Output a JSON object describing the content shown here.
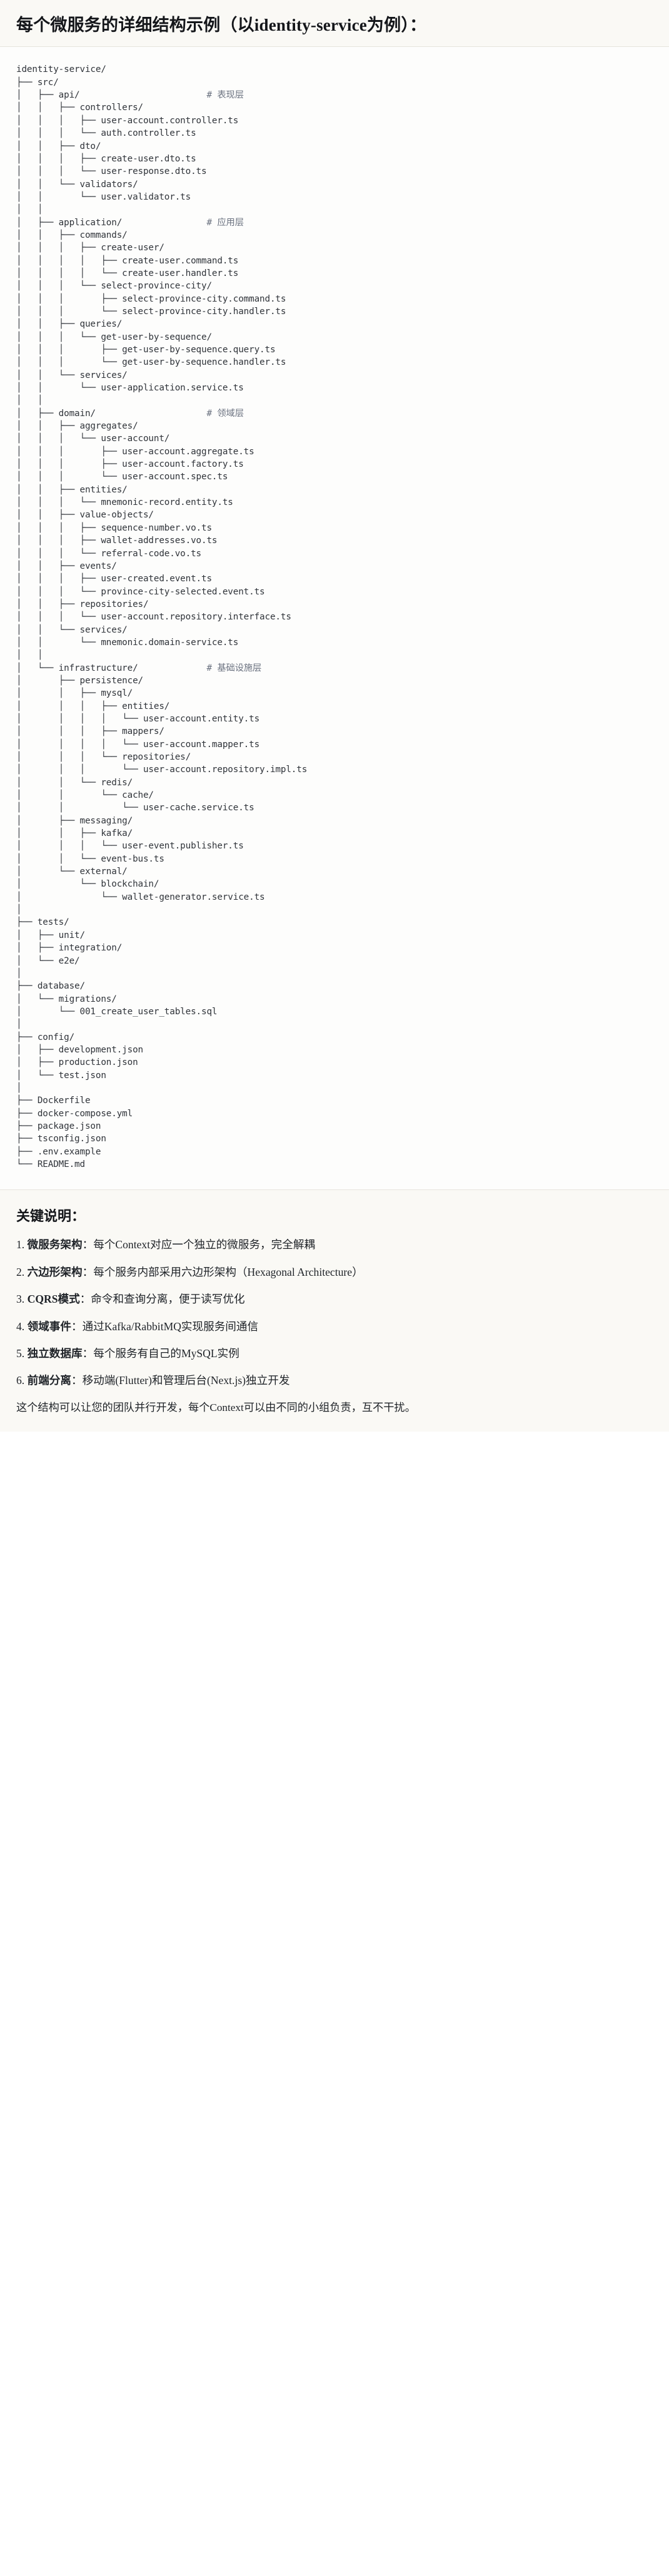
{
  "heading": {
    "title": "每个微服务的详细结构示例（以identity-service为例）："
  },
  "tree": {
    "root": "identity-service/",
    "lines": [
      {
        "text": "identity-service/",
        "comment": ""
      },
      {
        "text": "├── src/",
        "comment": ""
      },
      {
        "text": "│   ├── api/",
        "comment": "# 表现层"
      },
      {
        "text": "│   │   ├── controllers/",
        "comment": ""
      },
      {
        "text": "│   │   │   ├── user-account.controller.ts",
        "comment": ""
      },
      {
        "text": "│   │   │   └── auth.controller.ts",
        "comment": ""
      },
      {
        "text": "│   │   ├── dto/",
        "comment": ""
      },
      {
        "text": "│   │   │   ├── create-user.dto.ts",
        "comment": ""
      },
      {
        "text": "│   │   │   └── user-response.dto.ts",
        "comment": ""
      },
      {
        "text": "│   │   └── validators/",
        "comment": ""
      },
      {
        "text": "│   │       └── user.validator.ts",
        "comment": ""
      },
      {
        "text": "│   │",
        "comment": ""
      },
      {
        "text": "│   ├── application/",
        "comment": "# 应用层"
      },
      {
        "text": "│   │   ├── commands/",
        "comment": ""
      },
      {
        "text": "│   │   │   ├── create-user/",
        "comment": ""
      },
      {
        "text": "│   │   │   │   ├── create-user.command.ts",
        "comment": ""
      },
      {
        "text": "│   │   │   │   └── create-user.handler.ts",
        "comment": ""
      },
      {
        "text": "│   │   │   └── select-province-city/",
        "comment": ""
      },
      {
        "text": "│   │   │       ├── select-province-city.command.ts",
        "comment": ""
      },
      {
        "text": "│   │   │       └── select-province-city.handler.ts",
        "comment": ""
      },
      {
        "text": "│   │   ├── queries/",
        "comment": ""
      },
      {
        "text": "│   │   │   └── get-user-by-sequence/",
        "comment": ""
      },
      {
        "text": "│   │   │       ├── get-user-by-sequence.query.ts",
        "comment": ""
      },
      {
        "text": "│   │   │       └── get-user-by-sequence.handler.ts",
        "comment": ""
      },
      {
        "text": "│   │   └── services/",
        "comment": ""
      },
      {
        "text": "│   │       └── user-application.service.ts",
        "comment": ""
      },
      {
        "text": "│   │",
        "comment": ""
      },
      {
        "text": "│   ├── domain/",
        "comment": "# 领域层"
      },
      {
        "text": "│   │   ├── aggregates/",
        "comment": ""
      },
      {
        "text": "│   │   │   └── user-account/",
        "comment": ""
      },
      {
        "text": "│   │   │       ├── user-account.aggregate.ts",
        "comment": ""
      },
      {
        "text": "│   │   │       ├── user-account.factory.ts",
        "comment": ""
      },
      {
        "text": "│   │   │       └── user-account.spec.ts",
        "comment": ""
      },
      {
        "text": "│   │   ├── entities/",
        "comment": ""
      },
      {
        "text": "│   │   │   └── mnemonic-record.entity.ts",
        "comment": ""
      },
      {
        "text": "│   │   ├── value-objects/",
        "comment": ""
      },
      {
        "text": "│   │   │   ├── sequence-number.vo.ts",
        "comment": ""
      },
      {
        "text": "│   │   │   ├── wallet-addresses.vo.ts",
        "comment": ""
      },
      {
        "text": "│   │   │   └── referral-code.vo.ts",
        "comment": ""
      },
      {
        "text": "│   │   ├── events/",
        "comment": ""
      },
      {
        "text": "│   │   │   ├── user-created.event.ts",
        "comment": ""
      },
      {
        "text": "│   │   │   └── province-city-selected.event.ts",
        "comment": ""
      },
      {
        "text": "│   │   ├── repositories/",
        "comment": ""
      },
      {
        "text": "│   │   │   └── user-account.repository.interface.ts",
        "comment": ""
      },
      {
        "text": "│   │   └── services/",
        "comment": ""
      },
      {
        "text": "│   │       └── mnemonic.domain-service.ts",
        "comment": ""
      },
      {
        "text": "│   │",
        "comment": ""
      },
      {
        "text": "│   └── infrastructure/",
        "comment": "# 基础设施层"
      },
      {
        "text": "│       ├── persistence/",
        "comment": ""
      },
      {
        "text": "│       │   ├── mysql/",
        "comment": ""
      },
      {
        "text": "│       │   │   ├── entities/",
        "comment": ""
      },
      {
        "text": "│       │   │   │   └── user-account.entity.ts",
        "comment": ""
      },
      {
        "text": "│       │   │   ├── mappers/",
        "comment": ""
      },
      {
        "text": "│       │   │   │   └── user-account.mapper.ts",
        "comment": ""
      },
      {
        "text": "│       │   │   └── repositories/",
        "comment": ""
      },
      {
        "text": "│       │   │       └── user-account.repository.impl.ts",
        "comment": ""
      },
      {
        "text": "│       │   └── redis/",
        "comment": ""
      },
      {
        "text": "│       │       └── cache/",
        "comment": ""
      },
      {
        "text": "│       │           └── user-cache.service.ts",
        "comment": ""
      },
      {
        "text": "│       ├── messaging/",
        "comment": ""
      },
      {
        "text": "│       │   ├── kafka/",
        "comment": ""
      },
      {
        "text": "│       │   │   └── user-event.publisher.ts",
        "comment": ""
      },
      {
        "text": "│       │   └── event-bus.ts",
        "comment": ""
      },
      {
        "text": "│       └── external/",
        "comment": ""
      },
      {
        "text": "│           └── blockchain/",
        "comment": ""
      },
      {
        "text": "│               └── wallet-generator.service.ts",
        "comment": ""
      },
      {
        "text": "│",
        "comment": ""
      },
      {
        "text": "├── tests/",
        "comment": ""
      },
      {
        "text": "│   ├── unit/",
        "comment": ""
      },
      {
        "text": "│   ├── integration/",
        "comment": ""
      },
      {
        "text": "│   └── e2e/",
        "comment": ""
      },
      {
        "text": "│",
        "comment": ""
      },
      {
        "text": "├── database/",
        "comment": ""
      },
      {
        "text": "│   └── migrations/",
        "comment": ""
      },
      {
        "text": "│       └── 001_create_user_tables.sql",
        "comment": ""
      },
      {
        "text": "│",
        "comment": ""
      },
      {
        "text": "├── config/",
        "comment": ""
      },
      {
        "text": "│   ├── development.json",
        "comment": ""
      },
      {
        "text": "│   ├── production.json",
        "comment": ""
      },
      {
        "text": "│   └── test.json",
        "comment": ""
      },
      {
        "text": "│",
        "comment": ""
      },
      {
        "text": "├── Dockerfile",
        "comment": ""
      },
      {
        "text": "├── docker-compose.yml",
        "comment": ""
      },
      {
        "text": "├── package.json",
        "comment": ""
      },
      {
        "text": "├── tsconfig.json",
        "comment": ""
      },
      {
        "text": "├── .env.example",
        "comment": ""
      },
      {
        "text": "└── README.md",
        "comment": ""
      }
    ],
    "comment_column": 36
  },
  "notes": {
    "title": "关键说明：",
    "items": [
      {
        "num": "1.",
        "term": "微服务架构",
        "sep": "：",
        "desc": "每个Context对应一个独立的微服务，完全解耦"
      },
      {
        "num": "2.",
        "term": "六边形架构",
        "sep": "：",
        "desc": "每个服务内部采用六边形架构（Hexagonal Architecture）"
      },
      {
        "num": "3.",
        "term": "CQRS模式",
        "sep": "：",
        "desc": "命令和查询分离，便于读写优化"
      },
      {
        "num": "4.",
        "term": "领域事件",
        "sep": "：",
        "desc": "通过Kafka/RabbitMQ实现服务间通信"
      },
      {
        "num": "5.",
        "term": "独立数据库",
        "sep": "：",
        "desc": "每个服务有自己的MySQL实例"
      },
      {
        "num": "6.",
        "term": "前端分离",
        "sep": "：",
        "desc": "移动端(Flutter)和管理后台(Next.js)独立开发"
      }
    ],
    "footer": "这个结构可以让您的团队并行开发，每个Context可以由不同的小组负责，互不干扰。"
  },
  "colors": {
    "heading_bg": "#faf9f5",
    "code_bg": "#fdfdfc",
    "notes_bg": "#faf9f5",
    "divider": "#e6e4dd",
    "tree_text": "#30343a",
    "comment_text": "#6b7280",
    "body_text": "#1f2328"
  }
}
